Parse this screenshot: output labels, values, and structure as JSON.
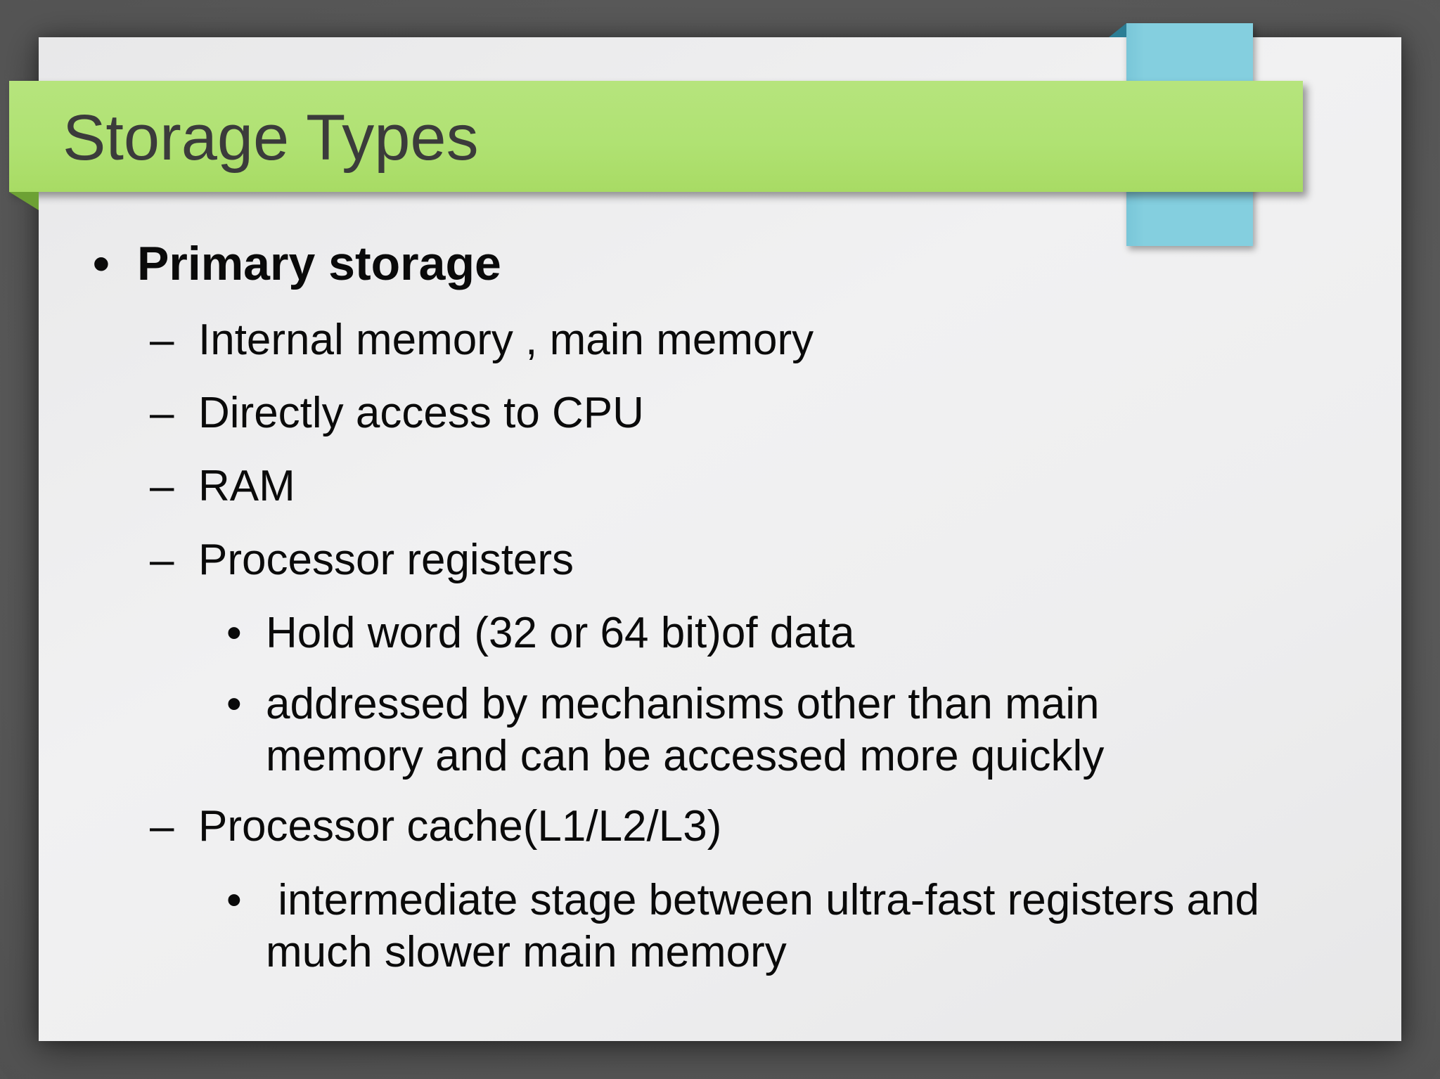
{
  "slide": {
    "title": "Storage Types",
    "markers": {
      "level1": "•",
      "level2": "–",
      "level3": "•"
    },
    "bullets": [
      {
        "level": 1,
        "bold": true,
        "lines": [
          "Primary storage"
        ]
      },
      {
        "level": 2,
        "bold": false,
        "lines": [
          "Internal memory , main memory"
        ]
      },
      {
        "level": 2,
        "bold": false,
        "lines": [
          "Directly access to CPU"
        ]
      },
      {
        "level": 2,
        "bold": false,
        "lines": [
          "RAM"
        ]
      },
      {
        "level": 2,
        "bold": false,
        "lines": [
          "Processor registers"
        ]
      },
      {
        "level": 3,
        "bold": false,
        "lines": [
          "Hold word (32 or 64 bit)of data"
        ]
      },
      {
        "level": 3,
        "bold": false,
        "lines": [
          "addressed by mechanisms other than main",
          "memory and can be accessed more quickly"
        ]
      },
      {
        "level": 2,
        "bold": false,
        "lines": [
          "Processor cache(L1/L2/L3)"
        ]
      },
      {
        "level": 3,
        "bold": false,
        "lines": [
          " intermediate stage between ultra-fast registers and",
          "much slower main memory"
        ]
      }
    ]
  },
  "colors": {
    "banner_green": "#b0e273",
    "banner_fold_green": "#6da134",
    "ribbon_blue": "#84cfdf",
    "ribbon_fold_teal": "#2b7d94",
    "title_text": "#3b3b3b",
    "body_text": "#0a0a0a",
    "slide_bg": "#efeff0",
    "desktop_bg": "#535353"
  }
}
